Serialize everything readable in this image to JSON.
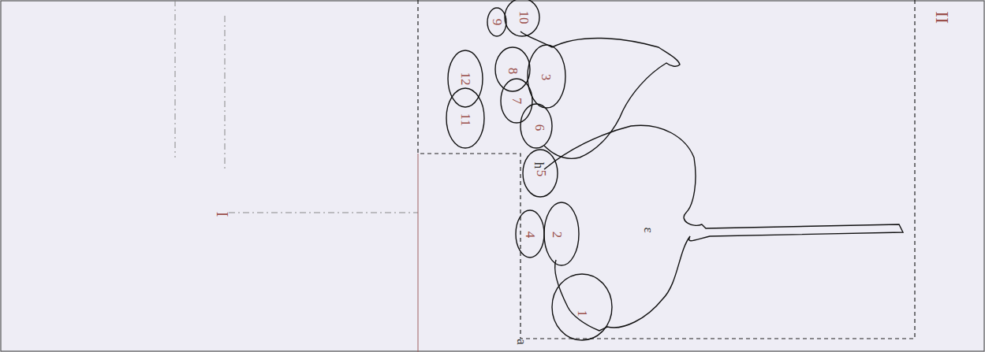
{
  "diagram": {
    "labels": [
      "1",
      "2",
      "3",
      "4",
      "5",
      "6",
      "7",
      "8",
      "9",
      "10",
      "11",
      "12",
      "h",
      "a",
      "I",
      "II",
      "ε"
    ]
  }
}
